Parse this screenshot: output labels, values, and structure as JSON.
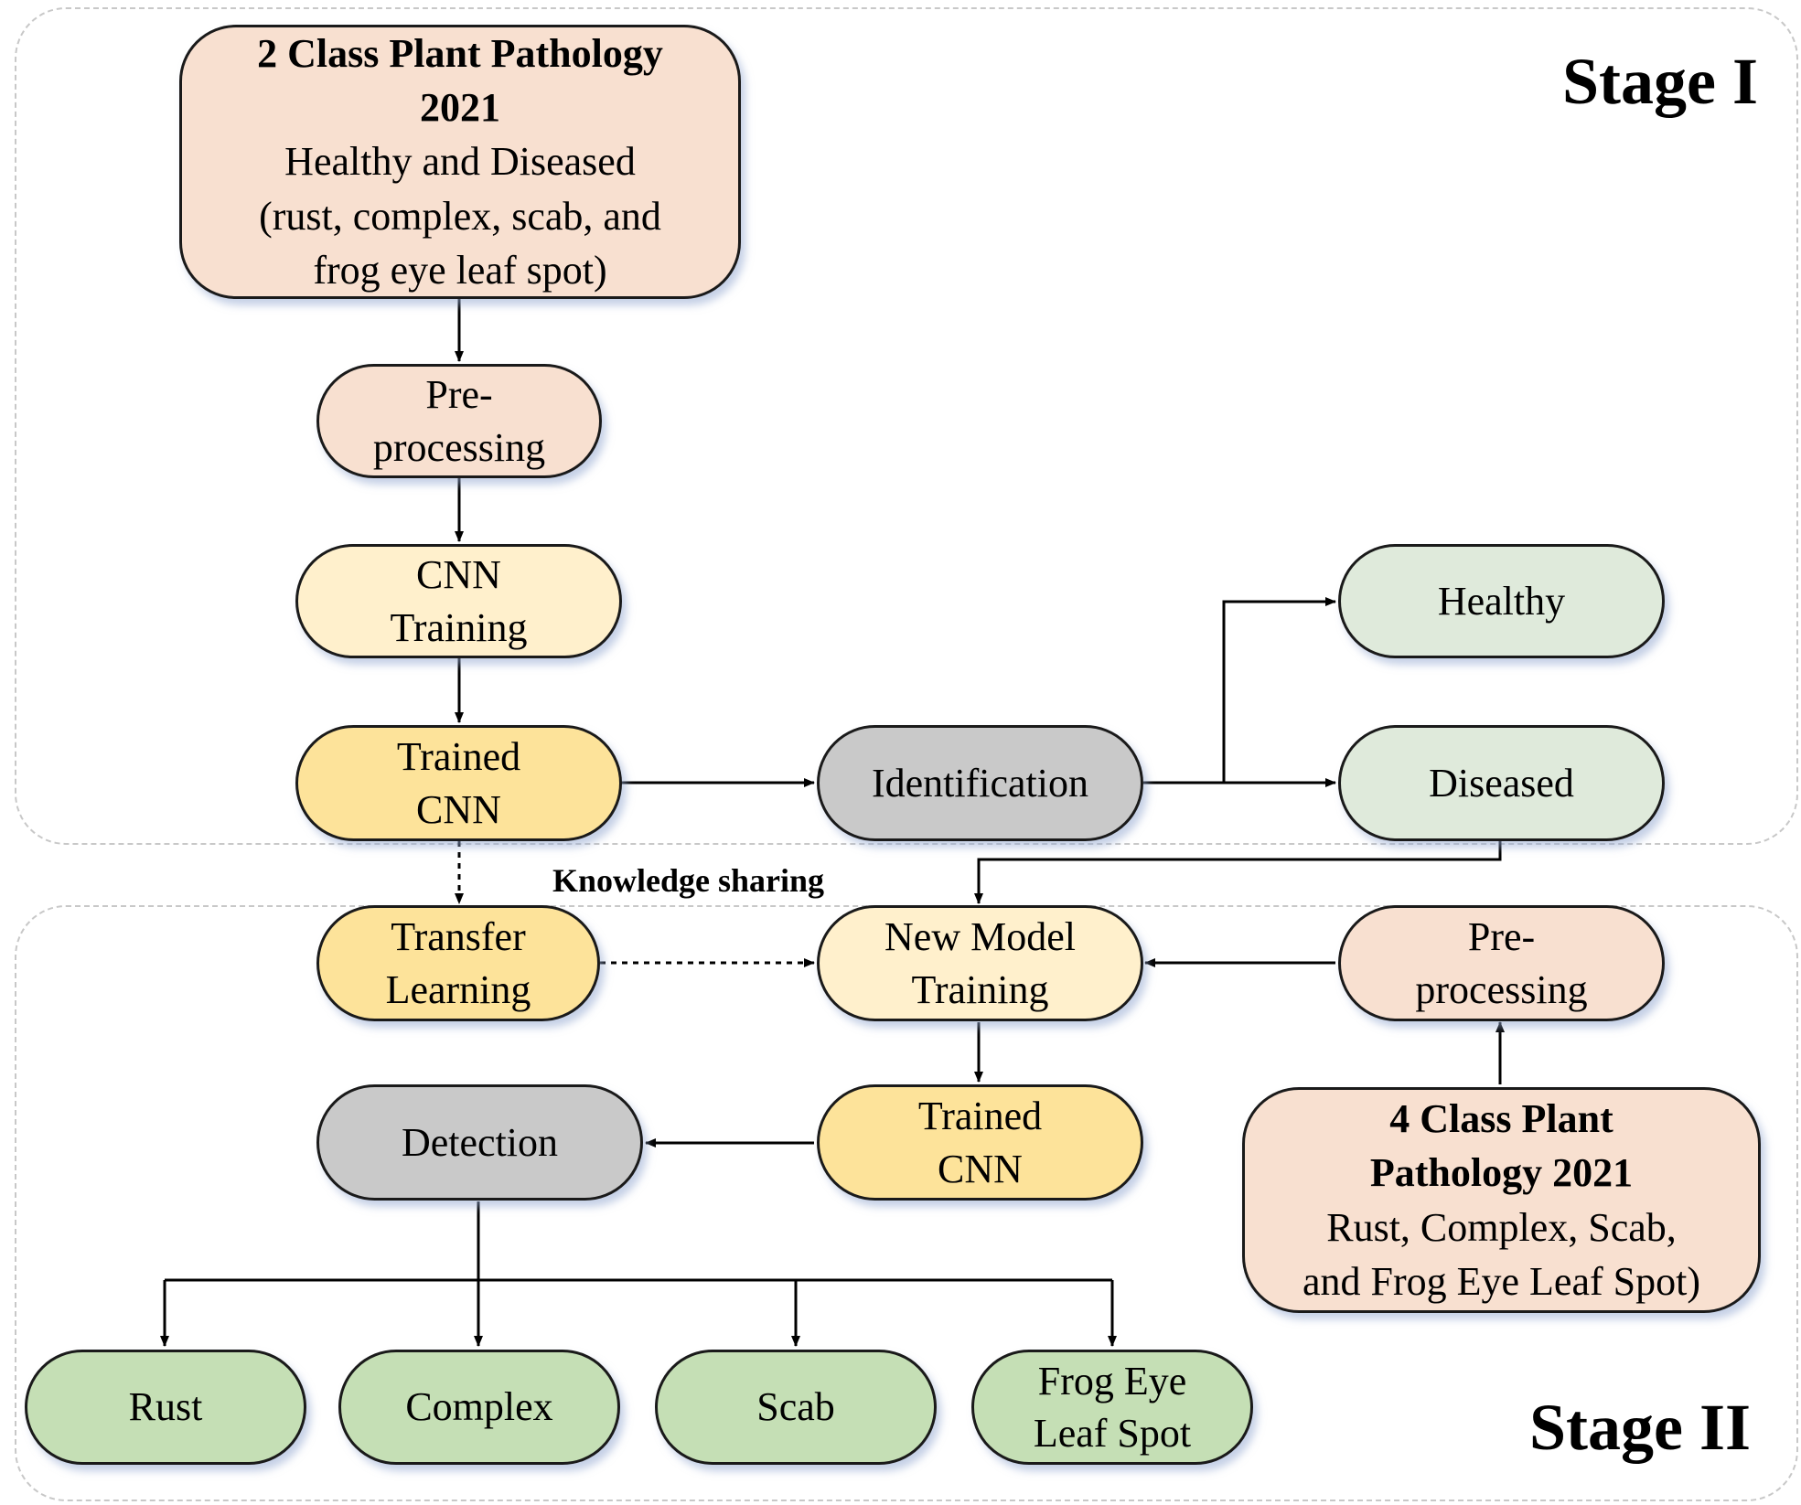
{
  "stages": {
    "stage1_label": "Stage I",
    "stage2_label": "Stage II"
  },
  "stage1": {
    "dataset": {
      "title_line1": "2 Class Plant Pathology",
      "title_line2": "2021",
      "desc_line1": "Healthy and Diseased",
      "desc_line2": "(rust, complex, scab, and",
      "desc_line3": "frog eye leaf spot)"
    },
    "preprocessing": {
      "line1": "Pre-",
      "line2": "processing"
    },
    "cnn_training": {
      "line1": "CNN",
      "line2": "Training"
    },
    "trained_cnn": {
      "line1": "Trained",
      "line2": "CNN"
    },
    "identification": "Identification",
    "healthy": "Healthy",
    "diseased": "Diseased"
  },
  "knowledge_sharing_label": "Knowledge sharing",
  "stage2": {
    "transfer_learning": {
      "line1": "Transfer",
      "line2": "Learning"
    },
    "new_model_training": {
      "line1": "New Model",
      "line2": "Training"
    },
    "preprocessing": {
      "line1": "Pre-",
      "line2": "processing"
    },
    "trained_cnn": {
      "line1": "Trained",
      "line2": "CNN"
    },
    "detection": "Detection",
    "dataset": {
      "title_line1": "4 Class Plant",
      "title_line2": "Pathology 2021",
      "desc_line1": "Rust, Complex, Scab,",
      "desc_line2": "and Frog Eye Leaf Spot)"
    },
    "outputs": {
      "rust": "Rust",
      "complex": "Complex",
      "scab": "Scab",
      "frog_eye_line1": "Frog Eye",
      "frog_eye_line2": "Leaf Spot"
    }
  },
  "colors": {
    "dataset_and_preprocessing": "#f8e0d0",
    "training": "#fff0cc",
    "trained_cnn_and_transfer": "#fde39a",
    "identification_detection": "#c9c9c9",
    "stage1_outputs": "#dfeadb",
    "stage2_outputs": "#c5dfb5",
    "stage_frame": "#c8c8c8"
  }
}
